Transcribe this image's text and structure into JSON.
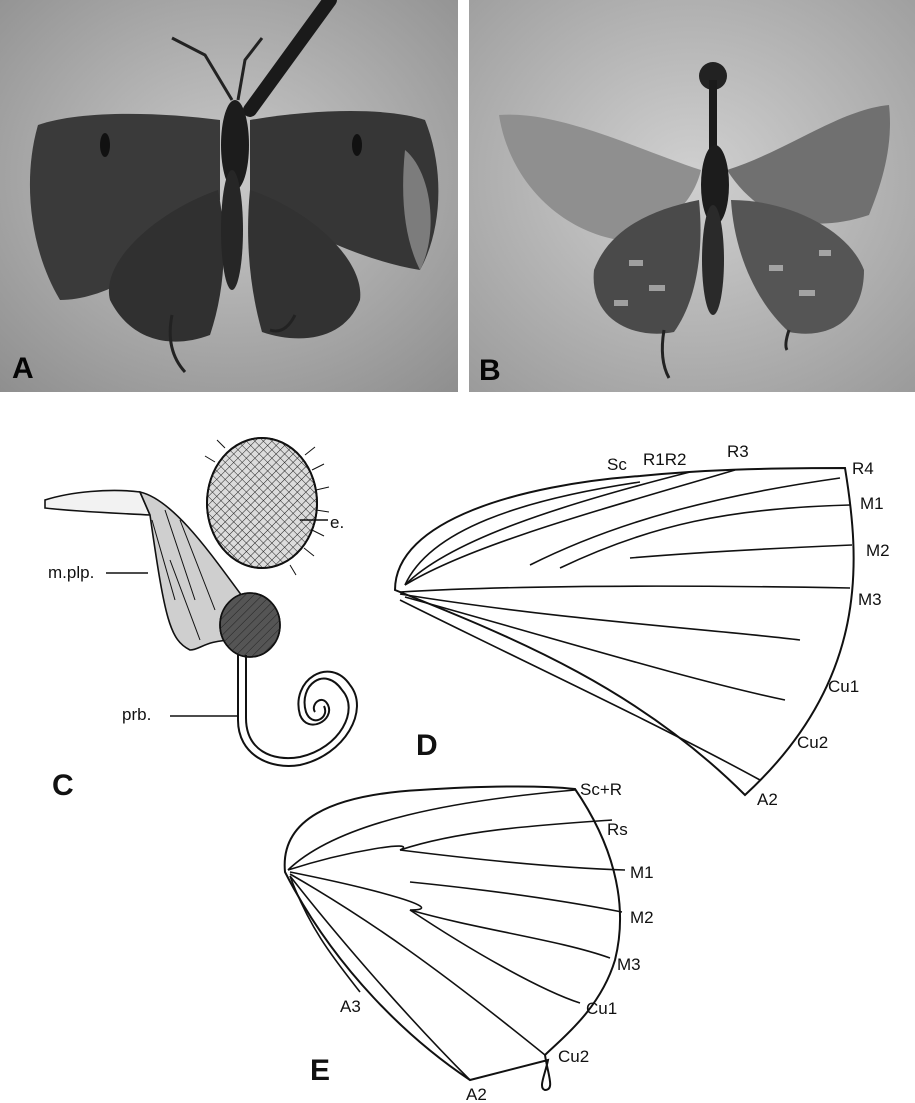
{
  "panels": {
    "A": {
      "letter": "A"
    },
    "B": {
      "letter": "B"
    },
    "C": {
      "letter": "C",
      "labels": {
        "eye": "e.",
        "maxillary_palp": "m.plp.",
        "proboscis": "prb."
      }
    },
    "D": {
      "letter": "D",
      "vein_labels": {
        "sc": "Sc",
        "r1r2": "R1R2",
        "r3": "R3",
        "r4": "R4",
        "m1": "M1",
        "m2": "M2",
        "m3": "M3",
        "cu1": "Cu1",
        "cu2": "Cu2",
        "a2": "A2"
      }
    },
    "E": {
      "letter": "E",
      "vein_labels": {
        "scr": "Sc+R",
        "rs": "Rs",
        "m1": "M1",
        "m2": "M2",
        "m3": "M3",
        "cu1": "Cu1",
        "cu2": "Cu2",
        "a3": "A3",
        "a2": "A2"
      }
    }
  },
  "colors": {
    "photo_background": "#a8a8a8",
    "specimen": "#2e2e2e",
    "line_art": "#111111"
  }
}
